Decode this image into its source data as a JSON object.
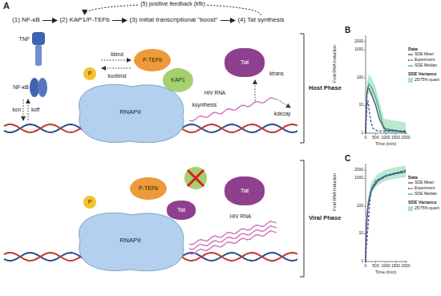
{
  "diagram": {
    "nodes": [
      {
        "text": [
          "(1) NF-κB"
        ]
      },
      {
        "text": [
          "(2) KAP1/P-TEFb"
        ]
      },
      {
        "text": [
          "(3) Initial transcriptional \"boost\""
        ]
      },
      {
        "text": [
          "(4) Tat synthesis"
        ]
      },
      {
        "text": [
          "P"
        ]
      },
      {
        "text": [
          "P-TEFb"
        ]
      },
      {
        "text": [
          "KAP1"
        ]
      },
      {
        "text": [
          "RNAPII"
        ]
      },
      {
        "text": [
          "Tat"
        ]
      },
      {
        "text": [
          "P"
        ]
      },
      {
        "text": [
          "P-TEFb"
        ]
      },
      {
        "text": [
          "RNAPII"
        ]
      },
      {
        "text": [
          "Tat"
        ]
      },
      {
        "text": [
          "Tat"
        ]
      }
    ],
    "edges": [
      {
        "from": 0,
        "to": 1,
        "arrow": "to"
      },
      {
        "from": 1,
        "to": 2,
        "arrow": "to"
      },
      {
        "from": 2,
        "to": 3,
        "arrow": "to"
      },
      {
        "from": 3,
        "to": 1,
        "label": "(5) positive feedback (kfb)",
        "arrow": "to"
      }
    ],
    "labels": [
      "A",
      "TNF",
      "NF-κB",
      "kon",
      "koff",
      "kbind",
      "kunbind",
      "ksynthesis",
      "HIV RNA",
      "ktrans",
      "kdecay",
      "Host Phase",
      "HIV RNA",
      "Viral Phase",
      "B",
      "Fold RNA Induction",
      "1",
      "10",
      "100",
      "1000",
      "2000",
      "0",
      "500",
      "1000",
      "1500",
      "2000",
      "Time (min)",
      "Data",
      "SDE Variance",
      "C",
      "Fold RNA Induction",
      "1",
      "10",
      "100",
      "1000",
      "2000",
      "0",
      "500",
      "1000",
      "1500",
      "2000",
      "Time (min)",
      "Data",
      "SDE Variance"
    ],
    "legend": [
      {
        "text": "SDE Mean"
      },
      {
        "text": "Experiment"
      },
      {
        "text": "SDE Median"
      },
      {
        "text": "25/75% quant",
        "color": "#a8e3c4"
      },
      {
        "text": "SDE Mean"
      },
      {
        "text": "Experiment"
      },
      {
        "text": "SDE Median"
      },
      {
        "text": "25/75% quant",
        "color": "#a8e3c4"
      }
    ]
  }
}
